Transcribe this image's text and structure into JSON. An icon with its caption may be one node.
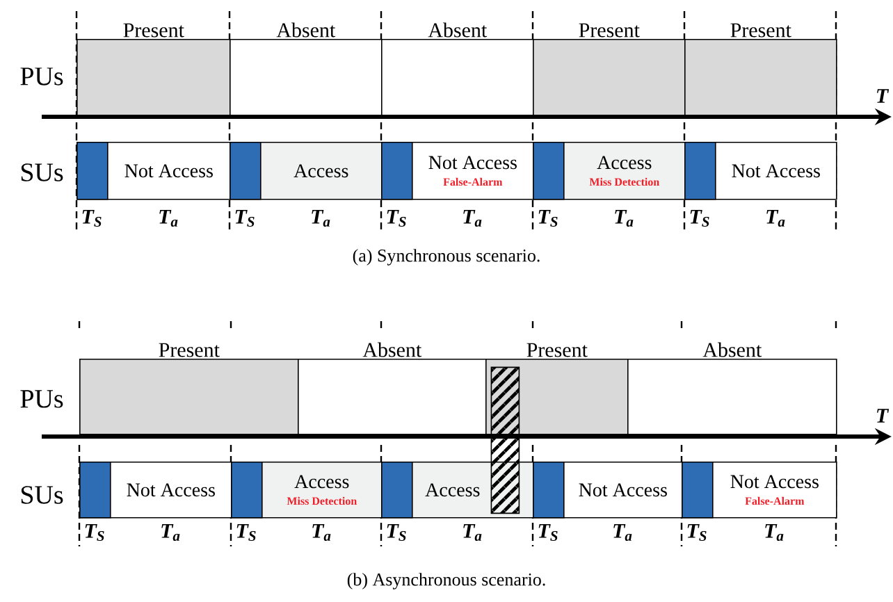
{
  "diagram": {
    "nodes": [
      {
        "text": [
          "Present"
        ]
      },
      {
        "text": [
          "Absent"
        ]
      },
      {
        "text": [
          "Absent"
        ]
      },
      {
        "text": [
          "Present"
        ]
      },
      {
        "text": [
          "Present"
        ]
      },
      {
        "text": [
          "Not Access"
        ],
        "beside": [
          "T$_{a}$"
        ]
      },
      {
        "text": [],
        "shape": "bar",
        "in": 5,
        "beside": [
          "T$_{S}$"
        ]
      },
      {
        "text": [
          "Access"
        ],
        "beside": [
          "T$_{a}$"
        ]
      },
      {
        "text": [],
        "shape": "bar",
        "in": 7,
        "beside": [
          "T$_{S}$"
        ]
      },
      {
        "text": [
          "Not Access",
          "False-Alarm"
        ],
        "beside": [
          "T$_{a}$"
        ]
      },
      {
        "text": [],
        "shape": "bar",
        "in": 9,
        "beside": [
          "T$_{S}$"
        ]
      },
      {
        "text": [
          "Access",
          "Miss Detection"
        ],
        "beside": [
          "T$_{a}$"
        ]
      },
      {
        "text": [],
        "shape": "bar",
        "in": 11,
        "beside": [
          "T$_{S}$"
        ]
      },
      {
        "text": [
          "Not Access"
        ],
        "beside": [
          "T$_{a}$"
        ]
      },
      {
        "text": [],
        "shape": "bar",
        "in": 13,
        "beside": [
          "T$_{S}$"
        ]
      },
      {
        "text": [
          "Present"
        ]
      },
      {
        "text": [
          "Absent"
        ]
      },
      {
        "text": [
          "Present"
        ]
      },
      {
        "text": [
          "Absent"
        ]
      },
      {
        "text": [
          "Not Access"
        ],
        "beside": [
          "T$_{a}$"
        ]
      },
      {
        "text": [],
        "shape": "bar",
        "in": 19,
        "beside": [
          "T$_{S}$"
        ]
      },
      {
        "text": [
          "Access",
          "Miss Detection"
        ],
        "beside": [
          "T$_{a}$"
        ]
      },
      {
        "text": [],
        "shape": "bar",
        "in": 21,
        "beside": [
          "T$_{S}$"
        ]
      },
      {
        "text": [
          "Access"
        ],
        "beside": [
          "T$_{a}$"
        ]
      },
      {
        "text": [],
        "shape": "bar",
        "in": 23,
        "beside": [
          "T$_{S}$"
        ]
      },
      {
        "text": [
          "Not Access"
        ],
        "beside": [
          "T$_{a}$"
        ]
      },
      {
        "text": [],
        "shape": "bar",
        "in": 25,
        "beside": [
          "T$_{S}$"
        ]
      },
      {
        "text": [
          "Not Access",
          "False-Alarm"
        ],
        "beside": [
          "T$_{a}$"
        ]
      },
      {
        "text": [],
        "shape": "bar",
        "in": 27,
        "beside": [
          "T$_{S}$"
        ]
      },
      {
        "text": [],
        "shape": "box"
      }
    ],
    "edges": [],
    "labels": [
      "PUs",
      "T",
      "SUs",
      "(a) Synchronous scenario.",
      "PUs",
      "T",
      "SUs",
      "(b) Asynchronous scenario."
    ]
  }
}
